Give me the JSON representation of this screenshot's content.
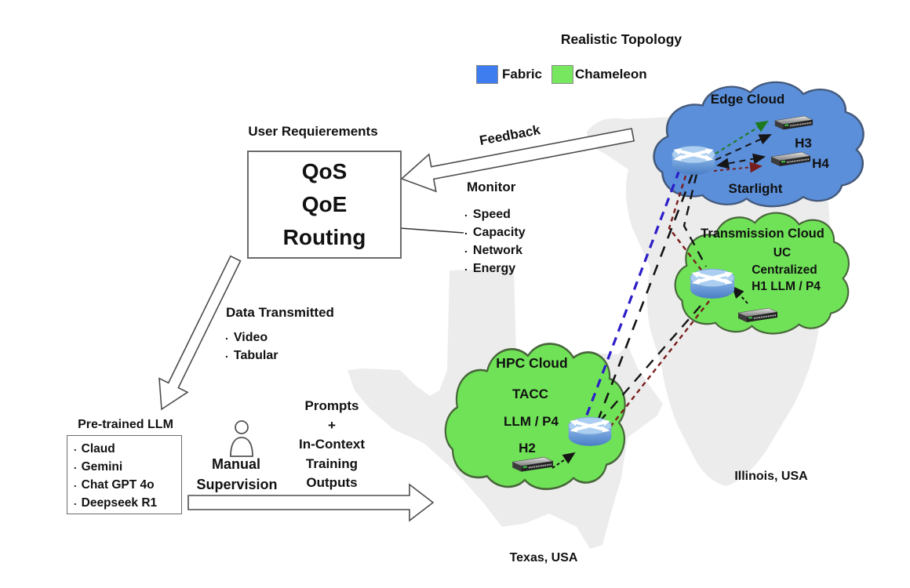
{
  "bullet": ".",
  "header": {
    "title": "Realistic Topology"
  },
  "legend": {
    "fabric": {
      "label": "Fabric",
      "color": "#3e7df0"
    },
    "chameleon": {
      "label": "Chameleon",
      "color": "#76e75e"
    }
  },
  "qos": {
    "heading": "User Requierements",
    "line1": "QoS",
    "line2": "QoE",
    "line3": "Routing"
  },
  "feedback": {
    "label": "Feedback"
  },
  "monitor": {
    "heading": "Monitor",
    "items": [
      "Speed",
      "Capacity",
      "Network",
      "Energy"
    ]
  },
  "data_transmitted": {
    "heading": "Data Transmitted",
    "items": [
      "Video",
      "Tabular"
    ]
  },
  "pretrained_llm": {
    "heading": "Pre-trained LLM",
    "items": [
      "Claud",
      "Gemini",
      "Chat GPT 4o",
      "Deepseek R1"
    ]
  },
  "supervision": {
    "line1": "Manual",
    "line2": "Supervision"
  },
  "pipeline": {
    "lines": [
      "Prompts",
      "+",
      "In-Context",
      "Training",
      "Outputs"
    ]
  },
  "clouds": {
    "edge": {
      "title": "Edge Cloud",
      "site": "Starlight",
      "host1": "H3",
      "host2": "H4",
      "color": "#5b8fda",
      "stroke": "#44597a"
    },
    "transmission": {
      "title": "Transmission Cloud",
      "line1": "UC",
      "line2": "Centralized",
      "line3": "H1 LLM / P4",
      "color": "#70e257",
      "stroke": "#47663a"
    },
    "hpc": {
      "title": "HPC Cloud",
      "line1": "TACC",
      "line2": "LLM / P4",
      "host": "H2",
      "color": "#70e257",
      "stroke": "#47663a"
    }
  },
  "locations": {
    "texas": "Texas, USA",
    "illinois": "Illinois, USA"
  },
  "link_colors": {
    "fabric_path": "#2d1dc8",
    "default_path": "#151515",
    "transmission_path": "#7a1d1d",
    "edge_local": "#1f7a1f"
  }
}
